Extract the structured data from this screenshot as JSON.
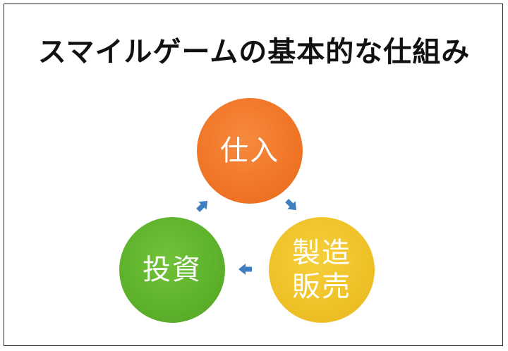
{
  "title": "スマイルゲームの基本的な仕組み",
  "nodes": {
    "purchase": {
      "label": "仕入"
    },
    "manufacture": {
      "line1": "製造",
      "line2": "販売"
    },
    "invest": {
      "label": "投資"
    }
  },
  "colors": {
    "purchase": "#f07526",
    "manufacture": "#efc128",
    "invest": "#5db12b",
    "arrow": "#3f7fc0"
  }
}
